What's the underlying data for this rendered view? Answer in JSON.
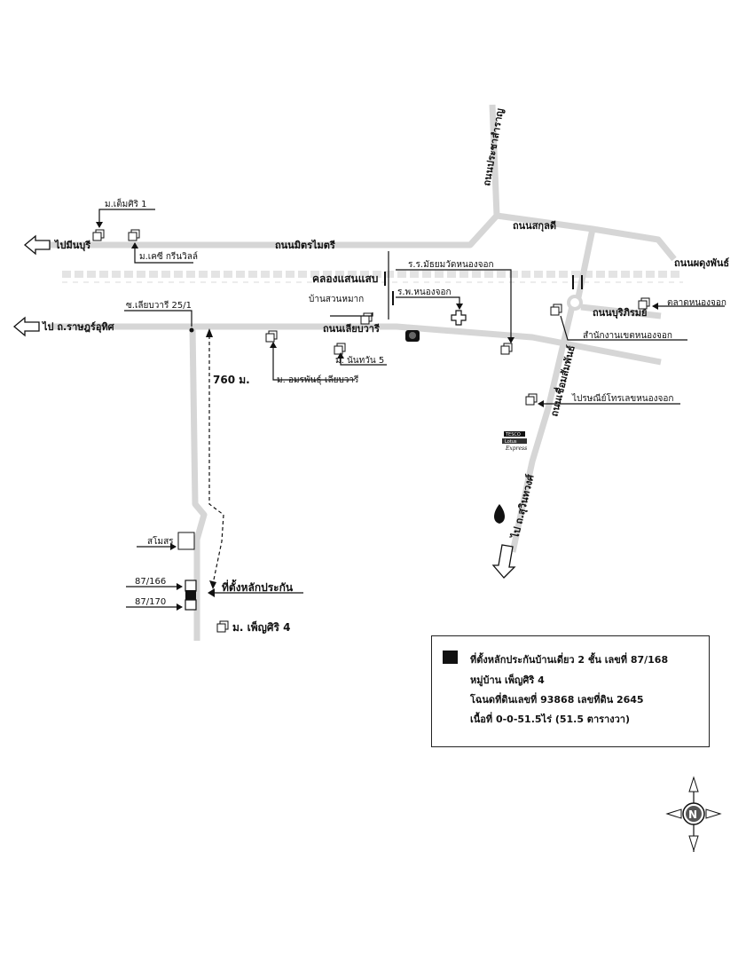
{
  "roads": {
    "mittraimit": "ถนนมิตรไมตรี",
    "liapwari": "ถนนเลียบวารี",
    "prachasamran": "ถนนประชาสำราญ",
    "sukkhati": "ถนนสกุลดี",
    "phadungphan": "ถนนผดุงพันธ์",
    "burirom": "ถนนบุริภิรมย์",
    "chueamsamphan": "ถนนเชื่อมสัมพันธ์",
    "to_minburi": "ไปมีนบุรี",
    "to_ratbura": "ไป ถ.ราษฎร์อุทิศ",
    "to_suwinthawong": "ไป ถ.สุวินทวงศ์"
  },
  "canal": "คลองแสนแสบ",
  "places": {
    "tem_siri": "ม.เต็มศิริ 1",
    "khesi": "ม.เคซี กรีนวิลล์",
    "soi_liap": "ซ.เลียบวารี 25/1",
    "suan_mak": "บ้านสวนหมาก",
    "school": "ร.ร.มัธยมวัดหนองจอก",
    "hospital": "ร.พ.หนองจอก",
    "market": "ตลาดหนองจอก",
    "district_office": "สำนักงานเขตหนองจอก",
    "amornphan": "ม. อมรพันธุ์-เลียบวารี",
    "nanthawan": "ม. นันทวัน 5",
    "post_office": "ไปรษณีย์โทรเลขหนองจอก",
    "samosorn": "สโมสร",
    "phen_siri": "ม. เพ็ญศิริ 4",
    "target": "ที่ตั้งหลักประกัน",
    "lot_a": "87/166",
    "lot_b": "87/170",
    "tesco_a": "TESCO",
    "tesco_b": "Lotus",
    "tesco_c": "Express"
  },
  "distance": "760 ม.",
  "legend": {
    "line1": "ที่ตั้งหลักประกันบ้านเดี่ยว 2 ชั้น เลขที่ 87/168",
    "line2": "หมู่บ้าน เพ็ญศิริ 4",
    "line3": "โฉนดที่ดินเลขที่ 93868 เลขที่ดิน 2645",
    "line4": "เนื้อที่ 0-0-51.5ไร่ (51.5 ตารางวา)"
  },
  "compass": {
    "north": "N"
  }
}
